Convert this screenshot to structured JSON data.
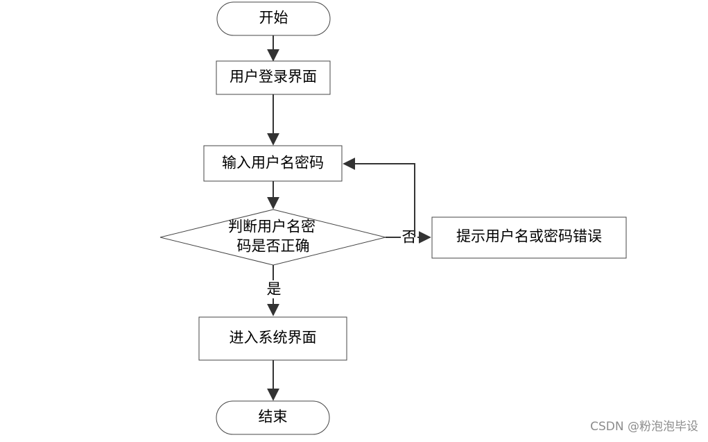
{
  "flow": {
    "start": "开始",
    "login_page": "用户登录界面",
    "input_credentials": "输入用户名密码",
    "decision_line1": "判断用户名密",
    "decision_line2": "码是否正确",
    "error_tip": "提示用户名或密码错误",
    "enter_system": "进入系统界面",
    "end": "结束",
    "no_label": "否",
    "yes_label": "是"
  },
  "watermark": "CSDN @粉泡泡毕设",
  "colors": {
    "line": "#3a3a3a",
    "stroke": "#444444"
  }
}
